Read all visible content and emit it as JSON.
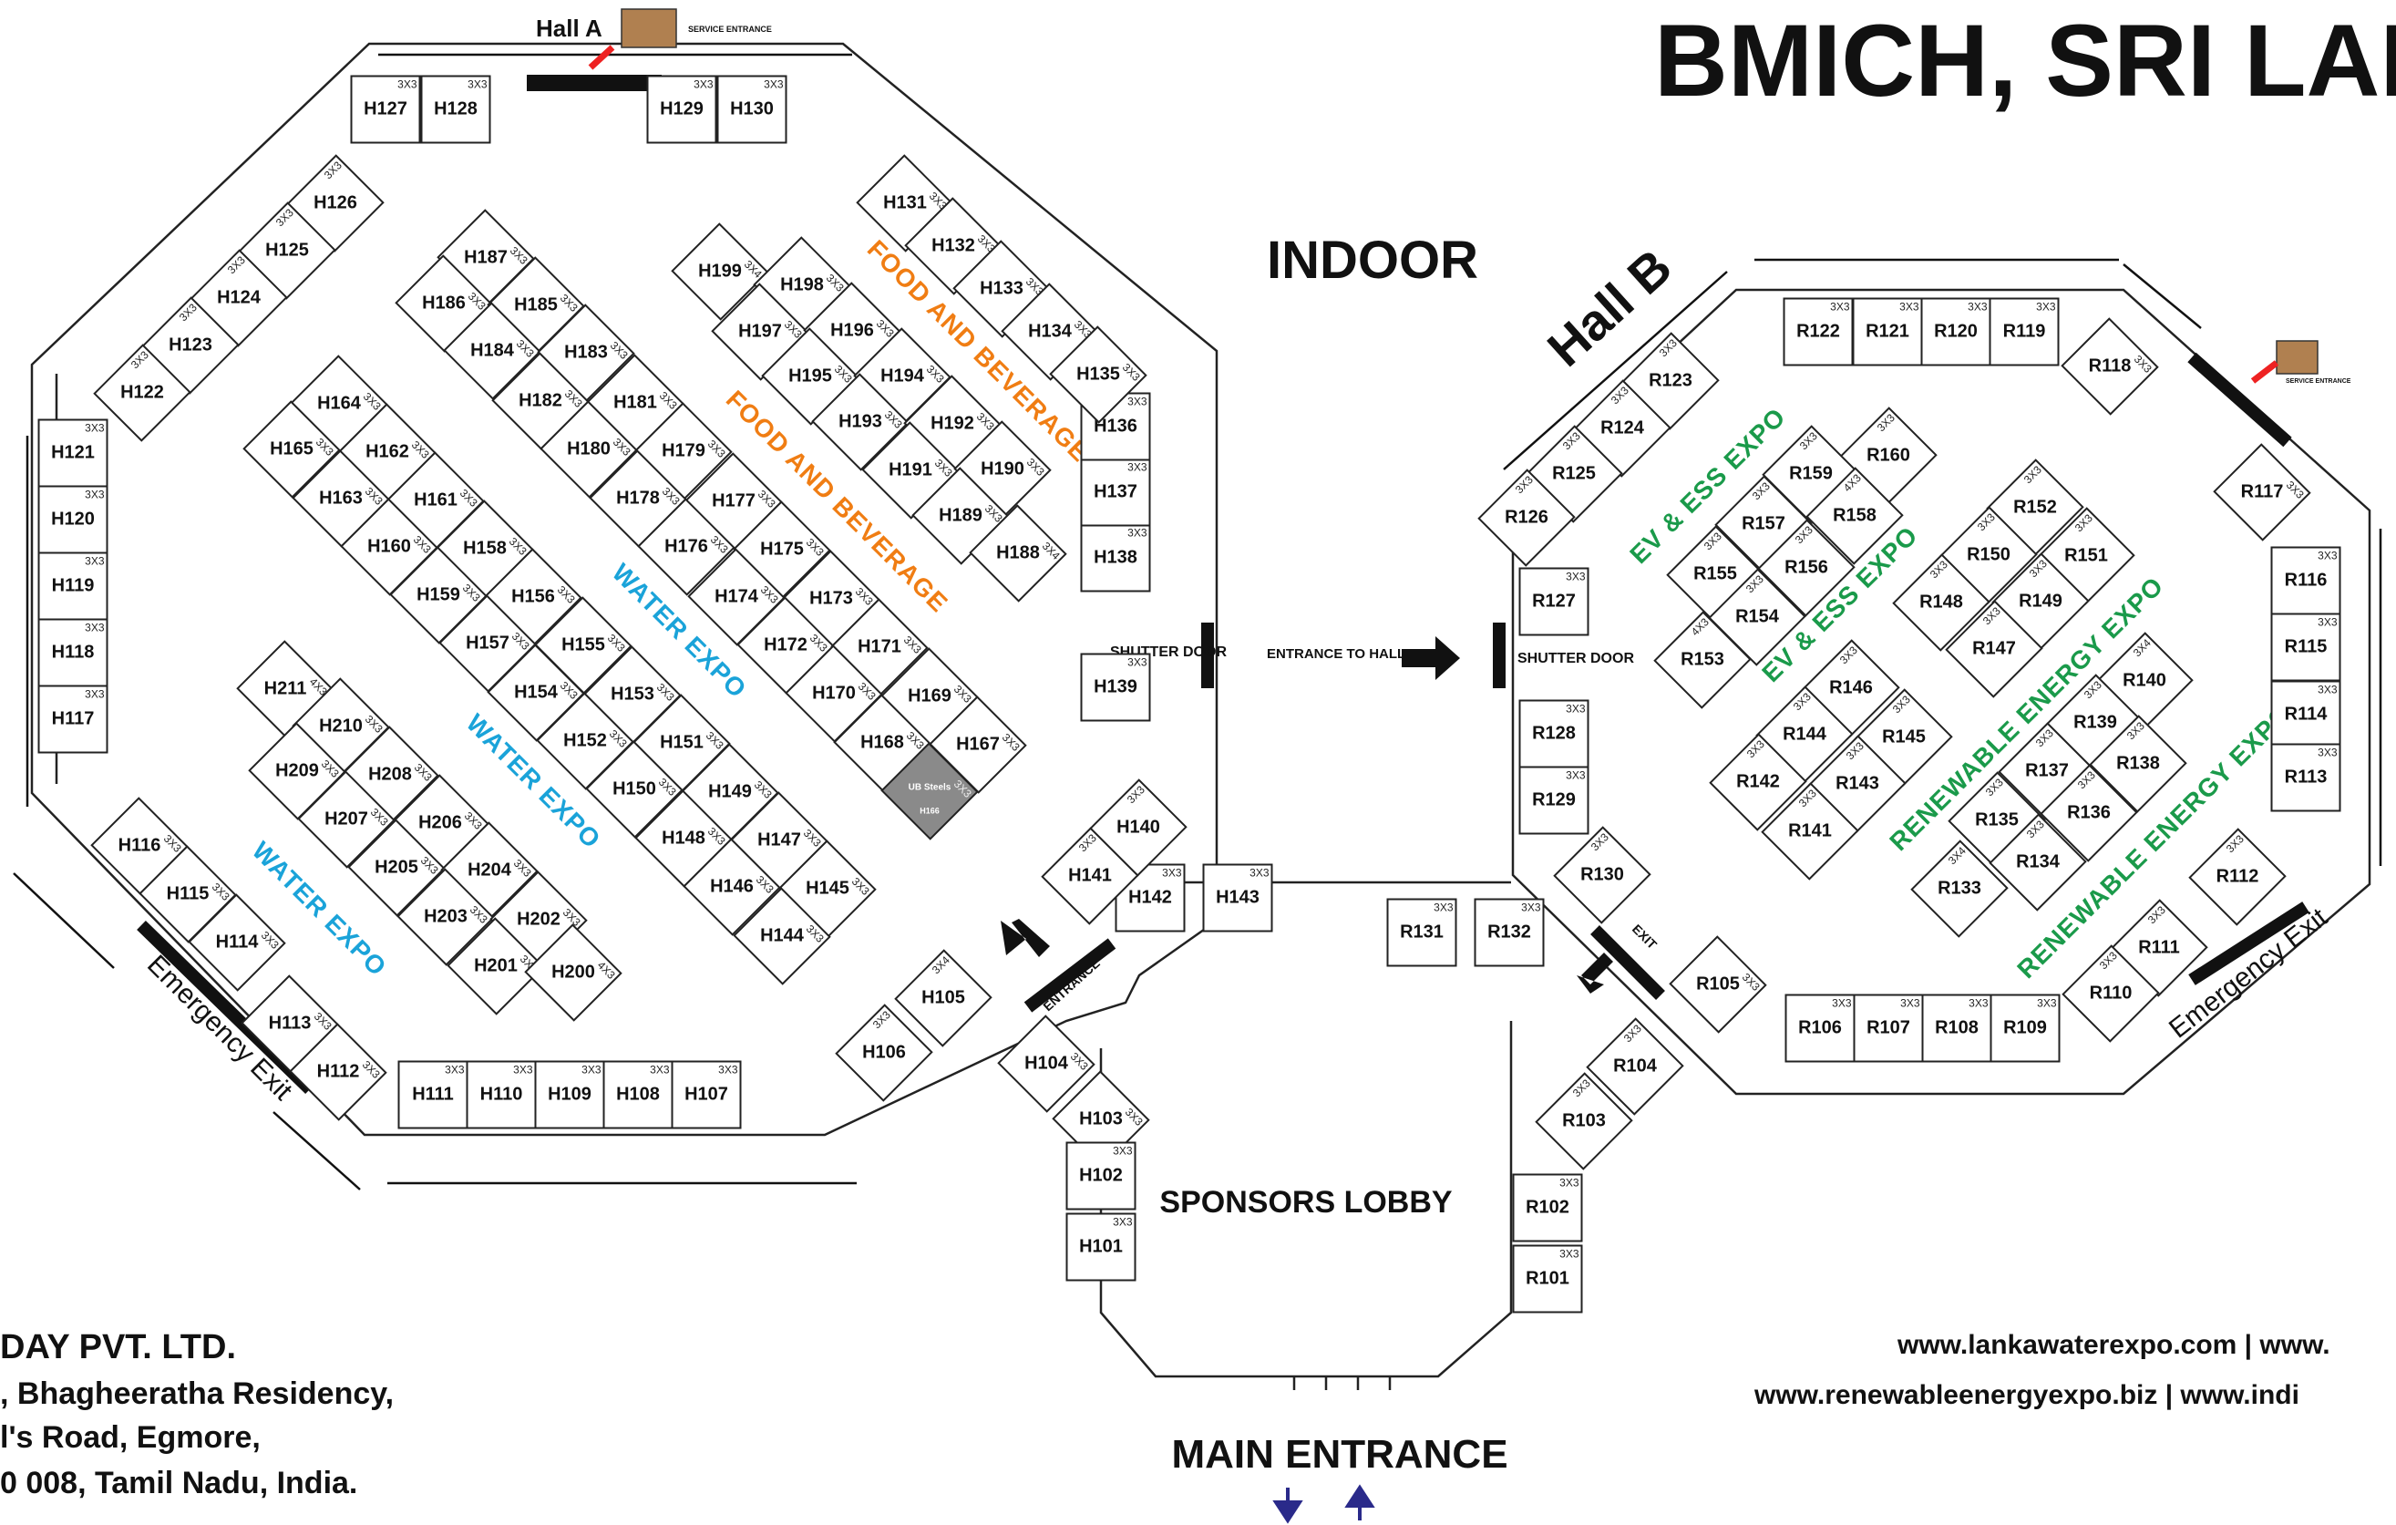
{
  "header": {
    "title": "BMICH, SRI LAN",
    "indoor": "INDOOR"
  },
  "halls": {
    "a": "Hall A",
    "b": "Hall B"
  },
  "service_entrance": "SERVICE ENTRANCE",
  "zones": {
    "food_beverage": "FOOD AND BEVERAGE",
    "water_expo": "WATER EXPO",
    "ev_ess": "EV & ESS EXPO",
    "renewable": "RENEWABLE ENERGY EXPO",
    "colors": {
      "food_beverage": "#f07d13",
      "water_expo": "#1aa3d9",
      "ev_ess": "#1a9a4a",
      "renewable": "#1a9a4a"
    }
  },
  "labels": {
    "shutter_door": "SHUTTER DOOR",
    "entrance_to_hall_b": "ENTRANCE TO HALL \"B\"",
    "entrance": "ENTRANCE",
    "exit": "EXIT",
    "emergency_exit": "Emergency Exit",
    "sponsors_lobby": "SPONSORS LOBBY",
    "main_entrance": "MAIN ENTRANCE",
    "sponsor_booth": "UB Steels"
  },
  "footer": {
    "company": "DAY PVT. LTD.",
    "address1": ", Bhagheeratha Residency,",
    "address2": "l's Road, Egmore,",
    "address3": "0 008, Tamil Nadu, India.",
    "web1": "www.lankawaterexpo.com | www.",
    "web2": "www.renewableenergyexpo.biz  | www.indi"
  },
  "booth_size_default": "3X3",
  "booths": [
    [
      "H127"
    ],
    [
      "H128"
    ],
    [
      "H129"
    ],
    [
      "H130"
    ],
    [
      "H126"
    ],
    [
      "H125"
    ],
    [
      "H124"
    ],
    [
      "H123"
    ],
    [
      "H122"
    ],
    [
      "H121"
    ],
    [
      "H120"
    ],
    [
      "H119"
    ],
    [
      "H118"
    ],
    [
      "H117"
    ],
    [
      "H116"
    ],
    [
      "H115"
    ],
    [
      "H114"
    ],
    [
      "H113"
    ],
    [
      "H112"
    ],
    [
      "H111"
    ],
    [
      "H110"
    ],
    [
      "H109"
    ],
    [
      "H108"
    ],
    [
      "H107"
    ],
    [
      "H106"
    ],
    [
      "H105",
      "3X4"
    ],
    [
      "H104"
    ],
    [
      "H103"
    ],
    [
      "H102"
    ],
    [
      "H101"
    ],
    [
      "H142"
    ],
    [
      "H143"
    ],
    [
      "H141"
    ],
    [
      "H140"
    ],
    [
      "H139"
    ],
    [
      "H138"
    ],
    [
      "H137"
    ],
    [
      "H136"
    ],
    [
      "H131"
    ],
    [
      "H132"
    ],
    [
      "H133"
    ],
    [
      "H134"
    ],
    [
      "H135"
    ],
    [
      "H199",
      "3X4"
    ],
    [
      "H198"
    ],
    [
      "H197"
    ],
    [
      "H196"
    ],
    [
      "H195"
    ],
    [
      "H194"
    ],
    [
      "H193"
    ],
    [
      "H192"
    ],
    [
      "H191"
    ],
    [
      "H190"
    ],
    [
      "H189"
    ],
    [
      "H188",
      "3X4"
    ],
    [
      "H187"
    ],
    [
      "H186"
    ],
    [
      "H185"
    ],
    [
      "H184"
    ],
    [
      "H183"
    ],
    [
      "H182"
    ],
    [
      "H181"
    ],
    [
      "H180"
    ],
    [
      "H179"
    ],
    [
      "H178"
    ],
    [
      "H177"
    ],
    [
      "H176"
    ],
    [
      "H175"
    ],
    [
      "H174"
    ],
    [
      "H173"
    ],
    [
      "H172"
    ],
    [
      "H171"
    ],
    [
      "H170"
    ],
    [
      "H169"
    ],
    [
      "H168"
    ],
    [
      "H167"
    ],
    [
      "H166"
    ],
    [
      "H164"
    ],
    [
      "H165"
    ],
    [
      "H162"
    ],
    [
      "H163"
    ],
    [
      "H161"
    ],
    [
      "H160"
    ],
    [
      "H158"
    ],
    [
      "H159"
    ],
    [
      "H156"
    ],
    [
      "H157"
    ],
    [
      "H155"
    ],
    [
      "H154"
    ],
    [
      "H153"
    ],
    [
      "H152"
    ],
    [
      "H151"
    ],
    [
      "H150"
    ],
    [
      "H149"
    ],
    [
      "H148"
    ],
    [
      "H147"
    ],
    [
      "H146"
    ],
    [
      "H145"
    ],
    [
      "H144"
    ],
    [
      "H211",
      "4X3"
    ],
    [
      "H210"
    ],
    [
      "H209"
    ],
    [
      "H208"
    ],
    [
      "H207"
    ],
    [
      "H206"
    ],
    [
      "H205"
    ],
    [
      "H204"
    ],
    [
      "H203"
    ],
    [
      "H202"
    ],
    [
      "H201"
    ],
    [
      "H200",
      "4X3"
    ],
    [
      "R122"
    ],
    [
      "R121"
    ],
    [
      "R120"
    ],
    [
      "R119"
    ],
    [
      "R118"
    ],
    [
      "R123"
    ],
    [
      "R124"
    ],
    [
      "R125"
    ],
    [
      "R126"
    ],
    [
      "R117"
    ],
    [
      "R160"
    ],
    [
      "R159"
    ],
    [
      "R158",
      "4X3"
    ],
    [
      "R157"
    ],
    [
      "R156"
    ],
    [
      "R155"
    ],
    [
      "R154"
    ],
    [
      "R153",
      "4X3"
    ],
    [
      "R152"
    ],
    [
      "R151"
    ],
    [
      "R150"
    ],
    [
      "R149"
    ],
    [
      "R148"
    ],
    [
      "R147"
    ],
    [
      "R146"
    ],
    [
      "R145"
    ],
    [
      "R144"
    ],
    [
      "R143"
    ],
    [
      "R142"
    ],
    [
      "R141"
    ],
    [
      "R140",
      "3X4"
    ],
    [
      "R139"
    ],
    [
      "R138"
    ],
    [
      "R137"
    ],
    [
      "R136"
    ],
    [
      "R135"
    ],
    [
      "R134"
    ],
    [
      "R133",
      "3X4"
    ],
    [
      "R127"
    ],
    [
      "R128"
    ],
    [
      "R129"
    ],
    [
      "R130"
    ],
    [
      "R131"
    ],
    [
      "R132"
    ],
    [
      "R105"
    ],
    [
      "R104"
    ],
    [
      "R103"
    ],
    [
      "R102"
    ],
    [
      "R101"
    ],
    [
      "R116"
    ],
    [
      "R115"
    ],
    [
      "R114"
    ],
    [
      "R113"
    ],
    [
      "R112"
    ],
    [
      "R111"
    ],
    [
      "R110"
    ],
    [
      "R106"
    ],
    [
      "R107"
    ],
    [
      "R108"
    ],
    [
      "R109"
    ]
  ]
}
